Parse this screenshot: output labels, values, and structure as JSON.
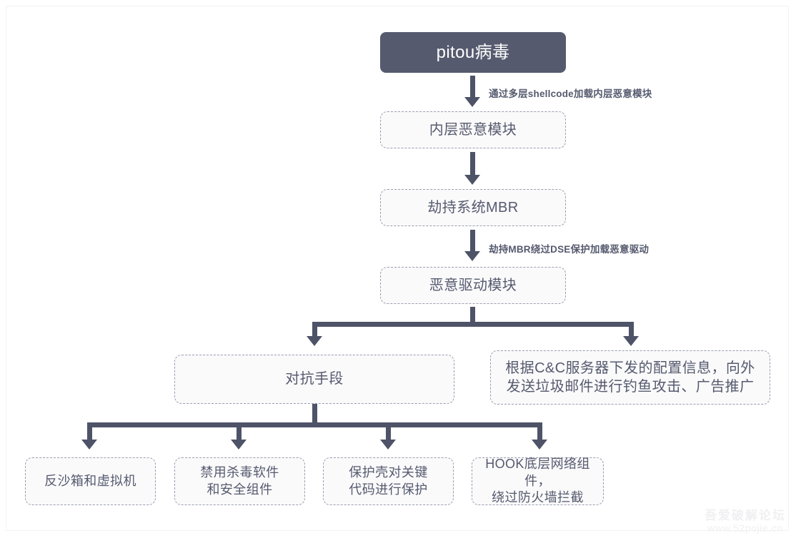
{
  "diagram": {
    "root": {
      "label": "pitou病毒"
    },
    "chain": [
      {
        "label": "内层恶意模块"
      },
      {
        "label": "劫持系统MBR"
      },
      {
        "label": "恶意驱动模块"
      }
    ],
    "edge_labels": [
      {
        "text": "通过多层shellcode加载内层恶意模块"
      },
      {
        "text": "劫持MBR绕过DSE保护加载恶意驱动"
      }
    ],
    "branches": [
      {
        "label": "对抗手段"
      },
      {
        "label": "根据C&C服务器下发的配置信息，向外\n发送垃圾邮件进行钓鱼攻击、广告推广"
      }
    ],
    "leaves": [
      {
        "label": "反沙箱和虚拟机"
      },
      {
        "label": "禁用杀毒软件\n和安全组件"
      },
      {
        "label": "保护壳对关键\n代码进行保护"
      },
      {
        "label": "HOOK底层网络组件，\n绕过防火墙拦截"
      }
    ]
  },
  "watermark": {
    "line1": "吾爱破解论坛",
    "line2": "www.52pojie.cn"
  },
  "colors": {
    "accent": "#555a6e",
    "connector": "#4e5368",
    "node_fill": "#fafafb",
    "node_border": "#9a9eb0",
    "background": "#ffffff"
  }
}
